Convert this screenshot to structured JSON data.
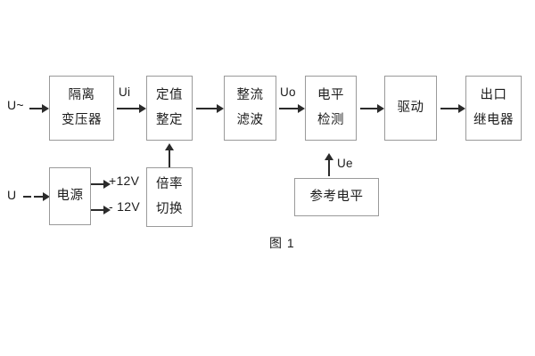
{
  "diagram": {
    "caption": "图 1",
    "blocks": {
      "isolation_transformer": {
        "line1": "隔离",
        "line2": "变压器"
      },
      "setting_value": {
        "line1": "定值",
        "line2": "整定"
      },
      "rectify_filter": {
        "line1": "整流",
        "line2": "滤波"
      },
      "level_detect": {
        "line1": "电平",
        "line2": "检测"
      },
      "drive": {
        "line1": "驱动"
      },
      "output_relay": {
        "line1": "出口",
        "line2": "继电器"
      },
      "power_supply": {
        "line1": "电源"
      },
      "multiplier_switch": {
        "line1": "倍率",
        "line2": "切换"
      },
      "reference_level": {
        "line1": "参考电平"
      }
    },
    "labels": {
      "input_ac": "U~",
      "input_dc": "U",
      "signal_ui": "Ui",
      "signal_uo": "Uo",
      "signal_ue": "Ue",
      "rail_positive": "+12V",
      "rail_negative": "- 12V"
    },
    "colors": {
      "background": "#ffffff",
      "box_border": "#9a9a9a",
      "text": "#1c1c1c",
      "arrow": "#2b2b2b"
    }
  }
}
